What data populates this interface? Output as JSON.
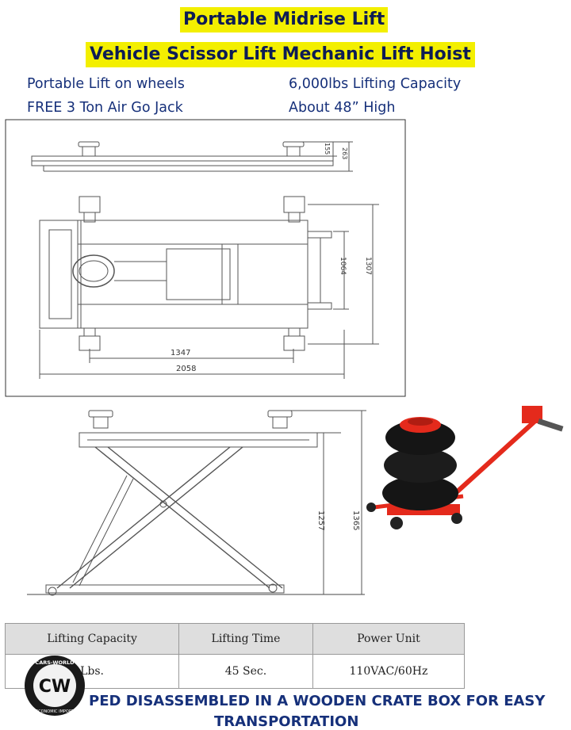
{
  "header": {
    "title_line1": "Portable Midrise Lift",
    "title_line2": "Vehicle Scissor Lift Mechanic Lift Hoist"
  },
  "features": {
    "left_1": "Portable Lift on wheels",
    "right_1": "6,000lbs Lifting Capacity",
    "left_2": "FREE 3 Ton Air Go Jack",
    "right_2": "About 48” High"
  },
  "drawing": {
    "dims_top": [
      "155",
      "263"
    ],
    "dims_plan": [
      "1064",
      "1307",
      "1347",
      "2058"
    ],
    "dims_side": [
      "1257",
      "1365"
    ]
  },
  "spec_table": {
    "headers": [
      "Lifting Capacity",
      "Lifting Time",
      "Power Unit"
    ],
    "row": [
      "Lbs.",
      "45 Sec.",
      "110VAC/60Hz"
    ]
  },
  "logo": {
    "text_top": "CARS-WORLD",
    "monogram": "CW",
    "text_bottom": "ECONOMIC IMPORT"
  },
  "footer": {
    "shipping_line1": "PED DISASSEMBLED IN A WOODEN CRATE BOX FOR EASY",
    "shipping_line2": "TRANSPORTATION"
  },
  "colors": {
    "title_bg": "#f3ef00",
    "title_text": "#0d1c55",
    "feature_text": "#16307a",
    "jack_red": "#e42a1c"
  }
}
